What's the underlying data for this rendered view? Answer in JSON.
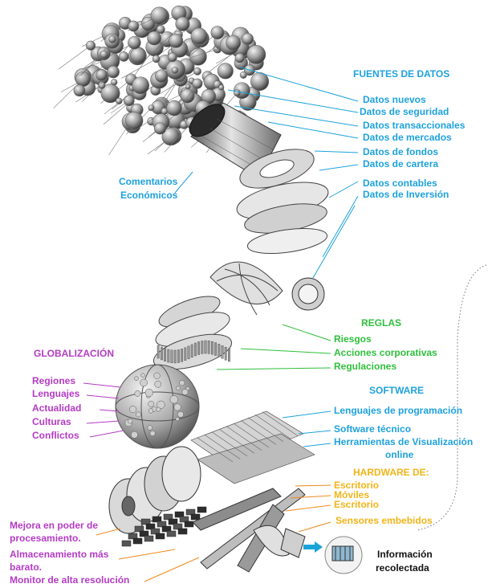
{
  "fuentes": {
    "title": "FUENTES DE DATOS",
    "items": [
      "Datos nuevos",
      "Datos de seguridad",
      "Datos transaccionales",
      "Datos de mercados",
      "Datos de fondos",
      "Datos de cartera",
      "Datos contables",
      "Datos de Inversión"
    ],
    "comentarios_1": "Comentarios",
    "comentarios_2": "Económicos"
  },
  "reglas": {
    "title": "REGLAS",
    "items": [
      "Riesgos",
      "Acciones corporativas",
      "Regulaciones"
    ]
  },
  "globalizacion": {
    "title": "GLOBALIZACIÓN",
    "items": [
      "Regiones",
      "Lenguajes",
      "Actualidad",
      "Culturas",
      "Conflictos"
    ]
  },
  "software": {
    "title": "SOFTWARE",
    "items": [
      "Lenguajes de programación",
      "Software técnico",
      "Herramientas de Visualización",
      "online"
    ]
  },
  "hardware": {
    "title": "HARDWARE DE:",
    "items": [
      "Escritorio",
      "Móviles",
      "Escritorio",
      "Sensores embebidos"
    ]
  },
  "mejoras": {
    "line1": "Mejora en poder de",
    "line2": "procesamiento.",
    "line3": "Almacenamiento más",
    "line4": "barato.",
    "line5": "Monitor de alta resolución"
  },
  "info": {
    "line1": "Información",
    "line2": "recolectada"
  },
  "colors": {
    "blue": "#1ea2dc",
    "green": "#2fbf3c",
    "purple": "#b43bc4",
    "yellow": "#f2b418",
    "orange": "#f08a1c",
    "arrow": "#19a3d6"
  }
}
